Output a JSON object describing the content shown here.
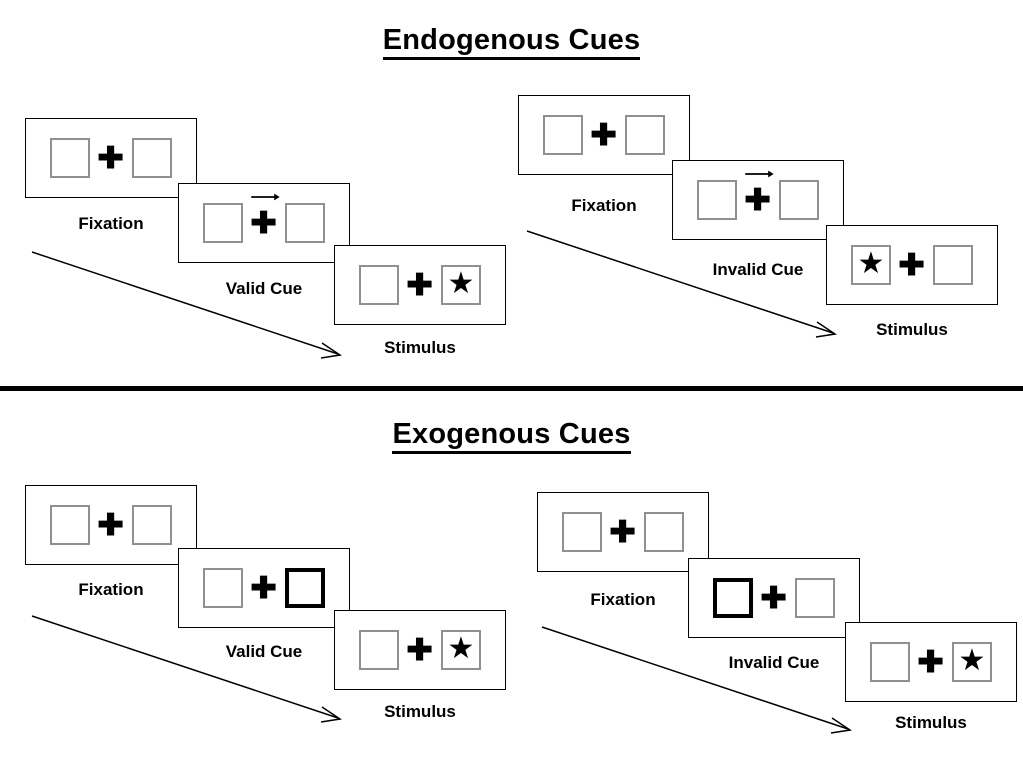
{
  "figure": {
    "divider_color": "#000000",
    "box_border_color": "#909090",
    "cue_border_color": "#000000",
    "star_glyph": "★",
    "plus_glyph": "✚"
  },
  "sections": [
    {
      "title": "Endogenous Cues",
      "cue_type": "arrow",
      "sequences": [
        {
          "name": "valid",
          "panels": [
            {
              "label": "Fixation",
              "left": "empty",
              "right": "empty",
              "cue": "none"
            },
            {
              "label": "Valid Cue",
              "left": "empty",
              "right": "empty",
              "cue": "arrow-right"
            },
            {
              "label": "Stimulus",
              "left": "empty",
              "right": "star",
              "cue": "none"
            }
          ]
        },
        {
          "name": "invalid",
          "panels": [
            {
              "label": "Fixation",
              "left": "empty",
              "right": "empty",
              "cue": "none"
            },
            {
              "label": "Invalid Cue",
              "left": "empty",
              "right": "empty",
              "cue": "arrow-right"
            },
            {
              "label": "Stimulus",
              "left": "star",
              "right": "empty",
              "cue": "none"
            }
          ]
        }
      ]
    },
    {
      "title": "Exogenous Cues",
      "cue_type": "box-highlight",
      "sequences": [
        {
          "name": "valid",
          "panels": [
            {
              "label": "Fixation",
              "left": "empty",
              "right": "empty",
              "cue": "none"
            },
            {
              "label": "Valid Cue",
              "left": "empty",
              "right": "cued",
              "cue": "none"
            },
            {
              "label": "Stimulus",
              "left": "empty",
              "right": "star",
              "cue": "none"
            }
          ]
        },
        {
          "name": "invalid",
          "panels": [
            {
              "label": "Fixation",
              "left": "empty",
              "right": "empty",
              "cue": "none"
            },
            {
              "label": "Invalid Cue",
              "left": "cued",
              "right": "empty",
              "cue": "none"
            },
            {
              "label": "Stimulus",
              "left": "empty",
              "right": "star",
              "cue": "none"
            }
          ]
        }
      ]
    }
  ],
  "labels": {
    "endogenous_title": "Endogenous Cues",
    "exogenous_title": "Exogenous Cues",
    "fixation": "Fixation",
    "valid_cue": "Valid Cue",
    "invalid_cue": "Invalid Cue",
    "stimulus": "Stimulus"
  }
}
